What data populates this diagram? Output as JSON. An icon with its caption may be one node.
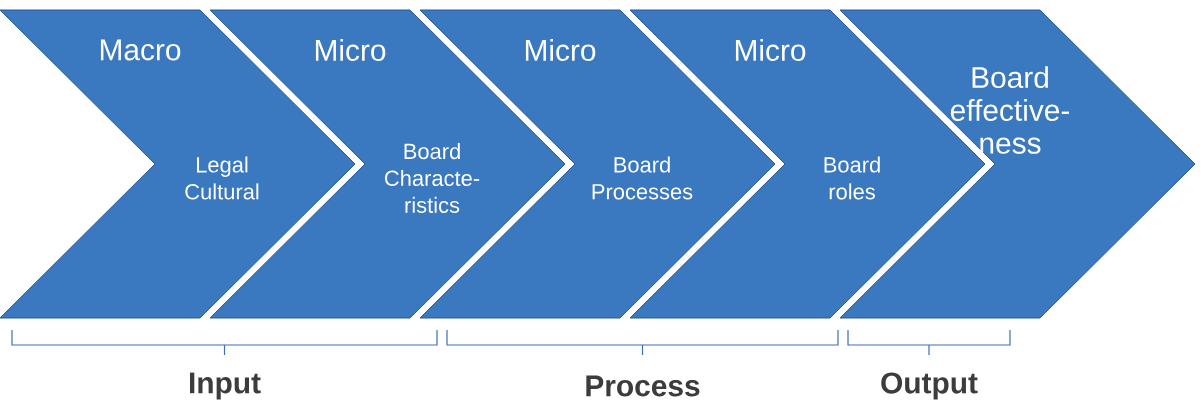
{
  "diagram": {
    "nodes": [
      {
        "text": [
          "Macro",
          "Legal Cultural"
        ]
      },
      {
        "text": [
          "Micro",
          "Board Characte-ristics"
        ]
      },
      {
        "text": [
          "Micro",
          "Board Processes"
        ]
      },
      {
        "text": [
          "Micro",
          "Board roles"
        ]
      },
      {
        "text": [
          "Board effective-ness"
        ]
      }
    ],
    "labels": [
      "Input",
      "Process",
      "Output"
    ]
  }
}
